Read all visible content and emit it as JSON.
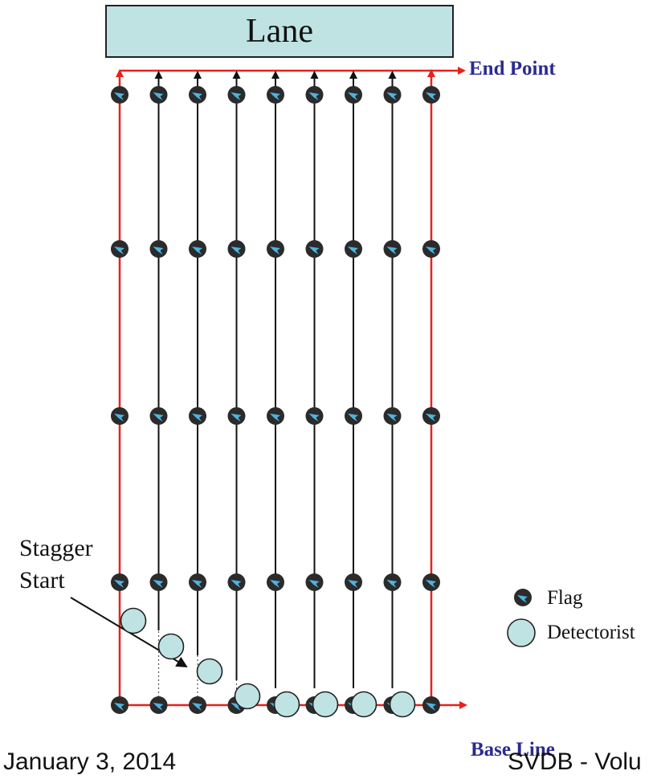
{
  "lane": {
    "label": "Lane"
  },
  "end_point": {
    "label": "End Point"
  },
  "base_line": {
    "label": "Base Line"
  },
  "stagger": {
    "line1": "Stagger",
    "line2": "Start"
  },
  "legend": {
    "flag_label": "Flag",
    "detectorist_label": "Detectorist"
  },
  "footer": {
    "date": "January 3, 2014",
    "title": "SVDB - Volu"
  },
  "colors": {
    "boundary": "#e8211c",
    "path": "#111111",
    "lane_fill": "#bfe3e3",
    "detectorist_fill": "#bfe3e3",
    "label_blue": "#2b2b8f",
    "flag_fill": "#2b2b2b",
    "flag_mark": "#4fb3e0"
  },
  "diagram": {
    "lane_paths": 9,
    "flag_rows": 5,
    "detectorists": 8,
    "stagger_start": true
  }
}
